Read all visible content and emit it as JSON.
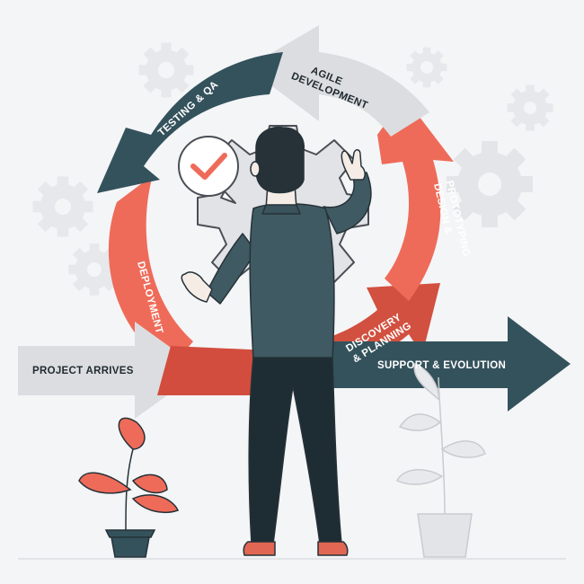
{
  "stages": {
    "project_arrives": "PROJECT ARRIVES",
    "support_evolution": "SUPPORT & EVOLUTION",
    "discovery_line1": "DISCOVERY",
    "discovery_line2": "& PLANNING",
    "design_line1": "DESIGN &",
    "design_line2": "PROTOTYPING",
    "agile_line1": "AGILE",
    "agile_line2": "DEVELOPMENT",
    "testing": "TESTING & QA",
    "deployment": "DEPLOYMENT"
  },
  "icons": {
    "checkmark": "check-bubble-icon",
    "gear": "gear-icon",
    "plant": "potted-plant-icon",
    "person": "developer-figure"
  },
  "colors": {
    "coral": "#ef6b59",
    "dark_slate": "#34525c",
    "light_gray": "#dcdde1",
    "background": "#f4f5f7",
    "jacket": "#3f5a63",
    "pants": "#1e2d33"
  }
}
